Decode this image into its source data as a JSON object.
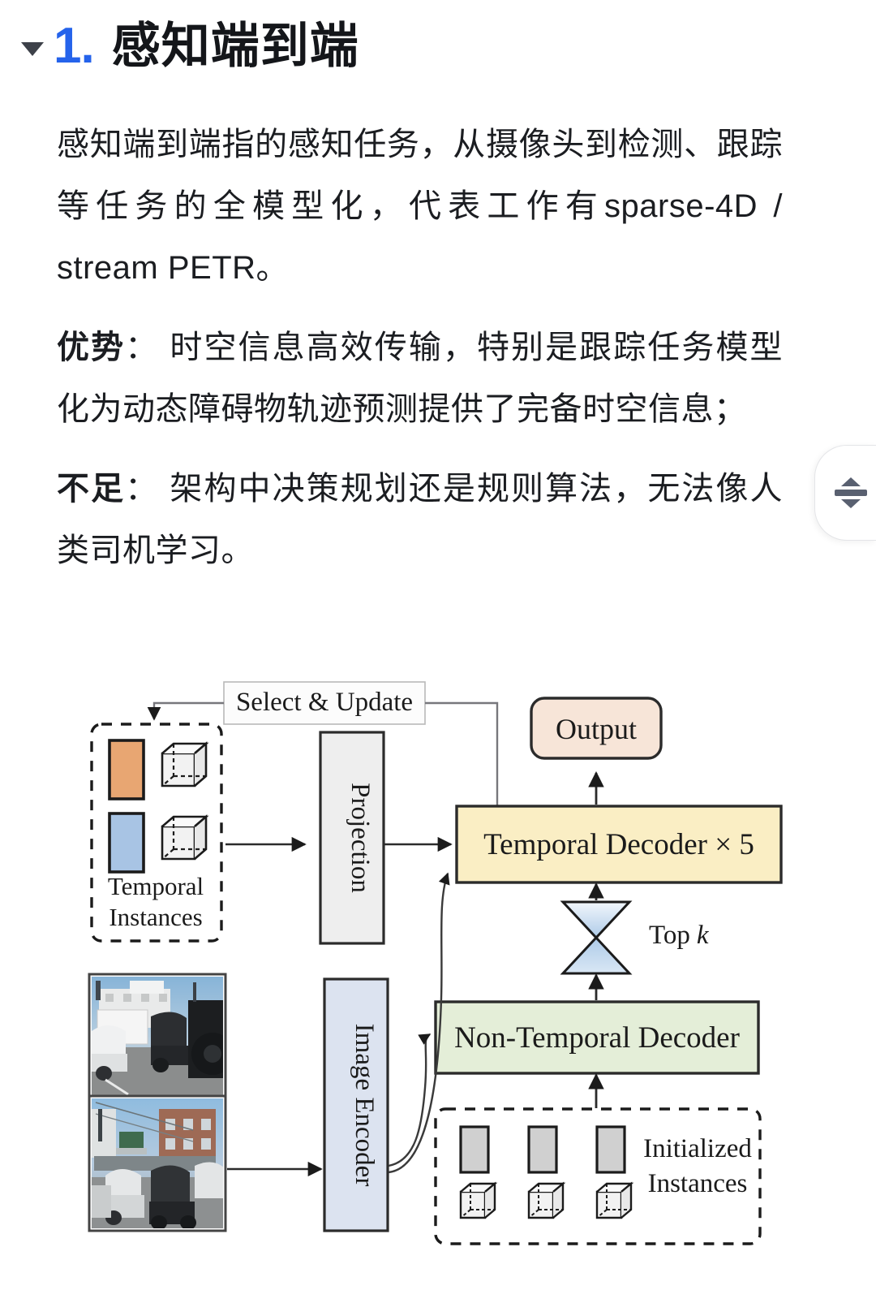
{
  "heading": {
    "collapse_icon": "triangle-down-icon",
    "number": "1.",
    "title": "感知端到端",
    "accent_color": "#2563eb"
  },
  "paragraphs": [
    {
      "label": "",
      "text": "感知端到端指的感知任务，从摄像头到检测、跟踪等任务的全模型化，代表工作有sparse-4D / stream PETR。"
    },
    {
      "label": "优势",
      "separator": "：",
      "text": " 时空信息高效传输，特别是跟踪任务模型化为动态障碍物轨迹预测提供了完备时空信息；"
    },
    {
      "label": "不足",
      "separator": "：",
      "text": " 架构中决策规划还是规则算法，无法像人类司机学习。"
    }
  ],
  "side_widget": {
    "name": "scroll-resize-handle",
    "up_icon": "triangle-up-icon",
    "bar_icon": "divider-bar-icon",
    "down_icon": "triangle-down-icon",
    "color": "#596070"
  },
  "figure": {
    "select_update": "Select & Update",
    "temporal_instances_label_line1": "Temporal",
    "temporal_instances_label_line2": "Instances",
    "projection": "Projection",
    "image_encoder": "Image Encoder",
    "temporal_decoder": "Temporal Decoder × 5",
    "non_temporal_decoder": "Non-Temporal Decoder",
    "output": "Output",
    "top_k": "Top k",
    "top_k_italic": "k",
    "initialized_instances_label_line1": "Initialized",
    "initialized_instances_label_line2": "Instances",
    "colors": {
      "temporal_decoder_fill": "#faeec4",
      "non_temporal_decoder_fill": "#e4eed8",
      "output_fill": "#f7e5d8",
      "projection_fill": "#eeeeee",
      "image_encoder_fill": "#dce3f0",
      "instance_orange": "#e8a672",
      "instance_blue": "#a8c4e4",
      "initialized_gray": "#d0d0d0",
      "stroke": "#222222"
    }
  }
}
